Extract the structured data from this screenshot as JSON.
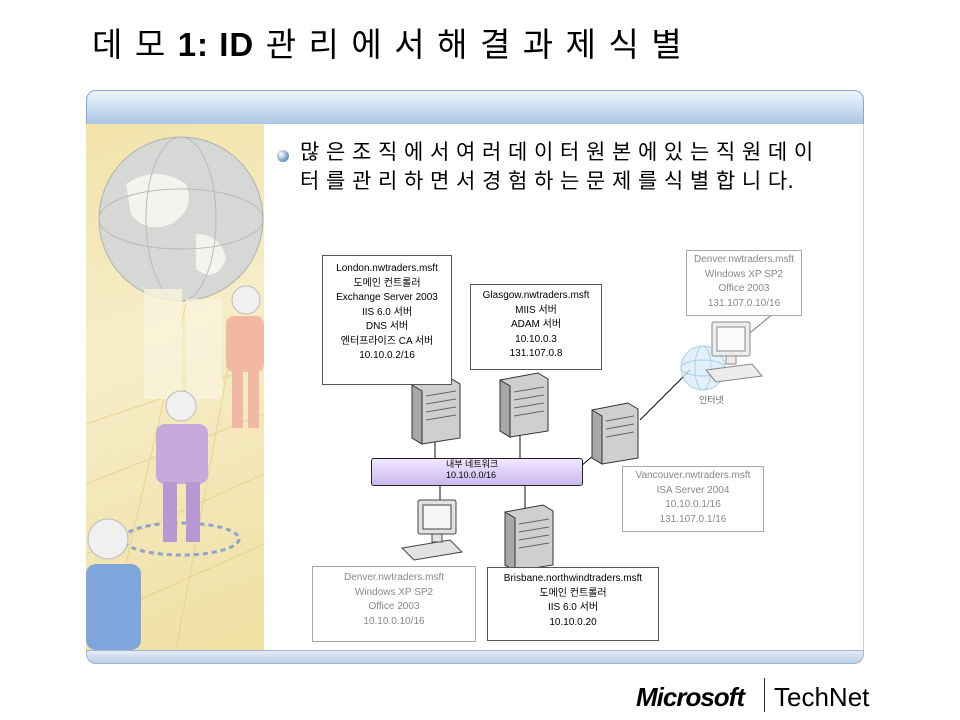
{
  "slide": {
    "title_pre": "데 모 ",
    "title_bold": "1: ID",
    "title_post": " 관 리 에 서 해 결 과 제 식 별",
    "bullet": "많 은 조 직 에 서 여 러 데 이 터 원 본 에 있 는 직 원 데 이 터 를 관 리 하 면 서 경 험 하 는 문 제 를 식 별 합 니 다."
  },
  "diagram": {
    "london": [
      "London.nwtraders.msft",
      "도메인 컨트롤러",
      "Exchange Server 2003",
      "IIS 6.0 서버",
      "DNS 서버",
      "엔터프라이즈 CA 서버",
      "10.10.0.2/16"
    ],
    "glasgow": [
      "Glasgow.nwtraders.msft",
      "MIIS 서버",
      "ADAM 서버",
      "10.10.0.3",
      "131.107.0.8"
    ],
    "denver_top": [
      "Denver.nwtraders.msft",
      "Windows XP SP2",
      "Office 2003",
      "131.107.0.10/16"
    ],
    "vancouver": [
      "Vancouver.nwtraders.msft",
      "ISA Server 2004",
      "10.10.0.1/16",
      "131.107.0.1/16"
    ],
    "denver_bottom": [
      "Denver.nwtraders.msft",
      "Windows XP SP2",
      "Office 2003",
      "10.10.0.10/16"
    ],
    "brisbane": [
      "Brisbane.northwindtraders.msft",
      "도메인 컨트롤러",
      "IIS 6.0 서버",
      "10.10.0.20"
    ],
    "network_line1": "내부 네트워크",
    "network_line2": "10.10.0.0/16",
    "internet_label": "인터넷"
  },
  "footer": {
    "brand": "Microsoft",
    "product": "TechNet"
  },
  "colors": {
    "panel_blue": "#a9c4e3",
    "network_purple": "#c9b8ee",
    "art_yellow": "#f2e3a8"
  }
}
